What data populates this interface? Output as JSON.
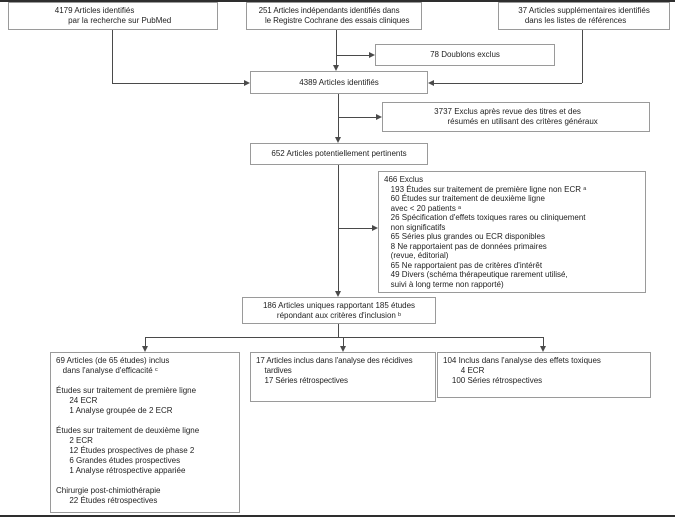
{
  "colors": {
    "background": "#ffffff",
    "box_border": "#9a9a9a",
    "line_color": "#4a4a4a",
    "text_color": "#1f1f1f"
  },
  "boxes": {
    "pubmed": {
      "lines": [
        "4179 Articles identifiés",
        "      par la recherche sur PubMed"
      ]
    },
    "cochrane": {
      "lines": [
        "251 Articles indépendants identifiés dans",
        "   le Registre Cochrane des essais cliniques"
      ]
    },
    "references": {
      "lines": [
        "37 Articles supplémentaires identifiés",
        "   dans les listes de références"
      ]
    },
    "duplicates": {
      "lines": [
        "78 Doublons exclus"
      ]
    },
    "identified": {
      "lines": [
        "4389 Articles identifiés"
      ]
    },
    "title_abstract_excluded": {
      "lines": [
        "3737 Exclus après revue des titres et des",
        "      résumés en utilisant des critères généraux"
      ]
    },
    "potentially_relevant": {
      "lines": [
        "652 Articles potentiellement pertinents"
      ]
    },
    "excluded_466": {
      "lines": [
        "466 Exclus",
        "   193 Études sur traitement de première ligne non ECR ᵃ",
        "   60 Études sur traitement de deuxième ligne",
        "   avec < 20 patients ᵃ",
        "   26 Spécification d'effets toxiques rares ou cliniquement",
        "   non significatifs",
        "   65 Séries plus grandes ou ECR disponibles",
        "   8 Ne rapportaient pas de données primaires",
        "   (revue, éditorial)",
        "   65 Ne rapportaient pas de critères d'intérêt",
        "   49 Divers (schéma thérapeutique rarement utilisé,",
        "   suivi à long terme non rapporté)"
      ]
    },
    "unique_articles": {
      "lines": [
        "186 Articles uniques rapportant 185 études",
        "répondant aux critères d'inclusion ᵇ"
      ]
    },
    "efficacy": {
      "lines": [
        "69 Articles (de 65 études) inclus",
        "   dans l'analyse d'efficacité ᶜ",
        "",
        "Études sur traitement de première ligne",
        "      24 ECR",
        "      1 Analyse groupée de 2 ECR",
        "",
        "Études sur traitement de deuxième ligne",
        "      2 ECR",
        "      12 Études prospectives de phase 2",
        "      6 Grandes études prospectives",
        "      1 Analyse rétrospective appariée",
        "",
        "Chirurgie post-chimiothérapie",
        "      22 Études rétrospectives"
      ]
    },
    "late_relapse": {
      "lines": [
        "17 Articles inclus dans l'analyse des récidives",
        "    tardives",
        "    17 Séries rétrospectives"
      ]
    },
    "toxicity": {
      "lines": [
        "104 Inclus dans l'analyse des effets toxiques",
        "        4 ECR",
        "    100 Séries rétrospectives"
      ]
    }
  }
}
